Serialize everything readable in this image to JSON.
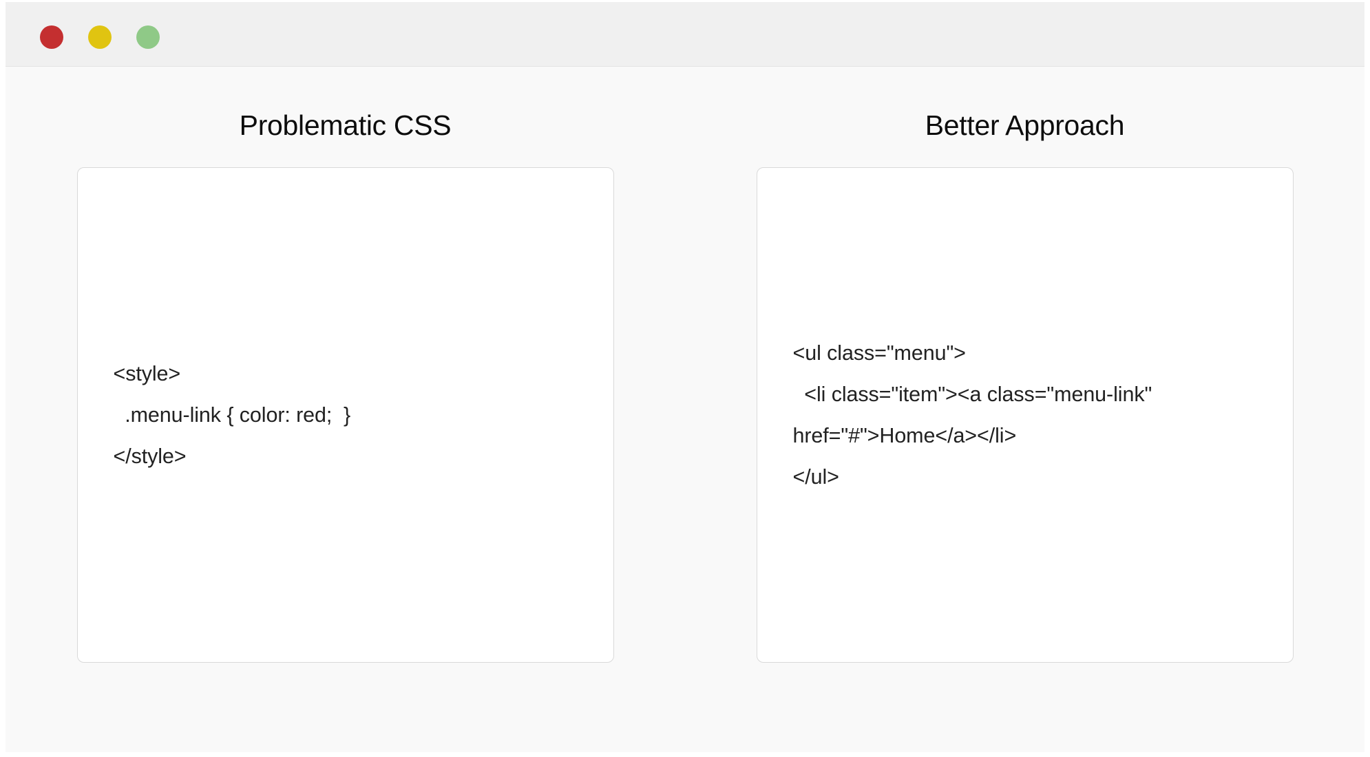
{
  "window": {
    "titlebar": {
      "buttons": [
        {
          "name": "close",
          "color": "#c42f30",
          "label": "Close"
        },
        {
          "name": "minimize",
          "color": "#e0c411",
          "label": "Minimize"
        },
        {
          "name": "maximize",
          "color": "#8fc987",
          "label": "Maximize"
        }
      ],
      "background": "#f0f0f0"
    },
    "background": "#f9f9f9"
  },
  "columns": [
    {
      "heading": "Problematic CSS",
      "code": "<style>\n  .menu-link { color: red;  }\n</style>"
    },
    {
      "heading": "Better Approach",
      "code": "<ul class=\"menu\">\n  <li class=\"item\"><a class=\"menu-link\" href=\"#\">Home</a></li>\n</ul>"
    }
  ],
  "colors": {
    "card_background": "#ffffff",
    "card_border": "#d9d9d9",
    "heading_text": "#0d0d0d",
    "code_text": "#222222"
  }
}
